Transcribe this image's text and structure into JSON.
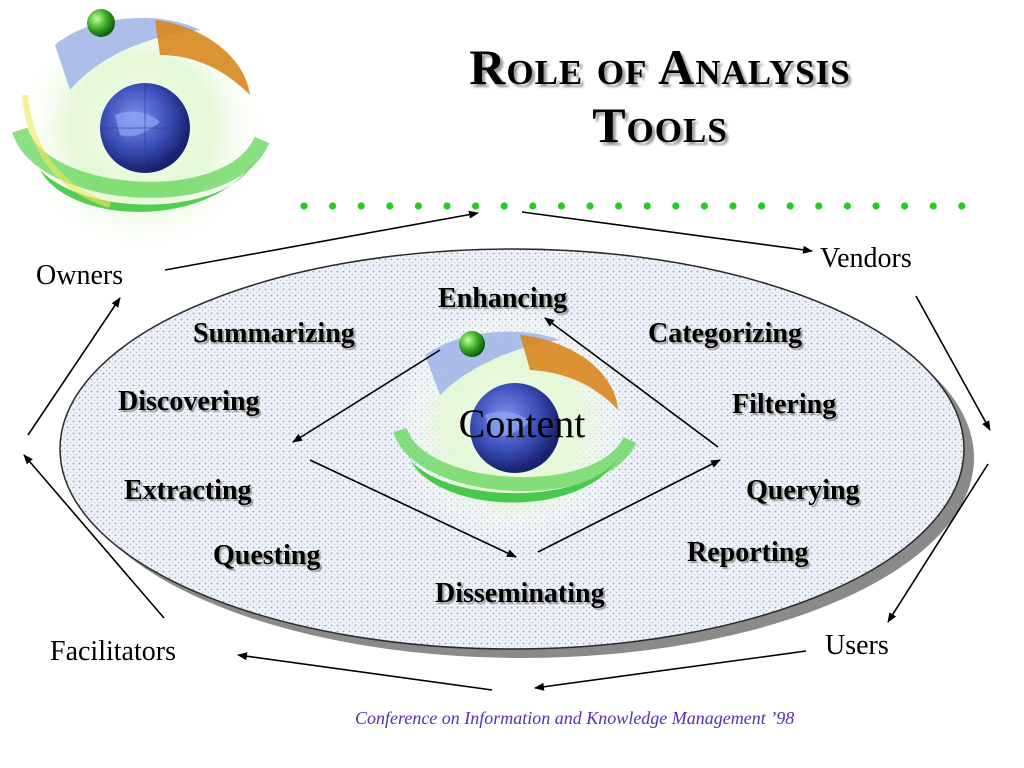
{
  "title": {
    "line1": "Role of Analysis",
    "line2": "Tools"
  },
  "roles": {
    "owners": "Owners",
    "vendors": "Vendors",
    "users": "Users",
    "facilitators": "Facilitators"
  },
  "activities": {
    "enhancing": "Enhancing",
    "summarizing": "Summarizing",
    "categorizing": "Categorizing",
    "discovering": "Discovering",
    "filtering": "Filtering",
    "extracting": "Extracting",
    "querying": "Querying",
    "questing": "Questing",
    "reporting": "Reporting",
    "disseminating": "Disseminating"
  },
  "center": {
    "label": "Content"
  },
  "footer": "Conference on Information and Knowledge Management ’98",
  "colors": {
    "dots": "#22cc22",
    "ellipse_fill": "#e6ecf5",
    "ellipse_shadow": "#8a8a8a",
    "footer_text": "#5a2fb0",
    "globe": "#3a4fb8",
    "swirl_green": "#35c43a",
    "swirl_orange": "#d8871f"
  },
  "icons": [
    "globe-logo-icon",
    "globe-center-icon"
  ]
}
